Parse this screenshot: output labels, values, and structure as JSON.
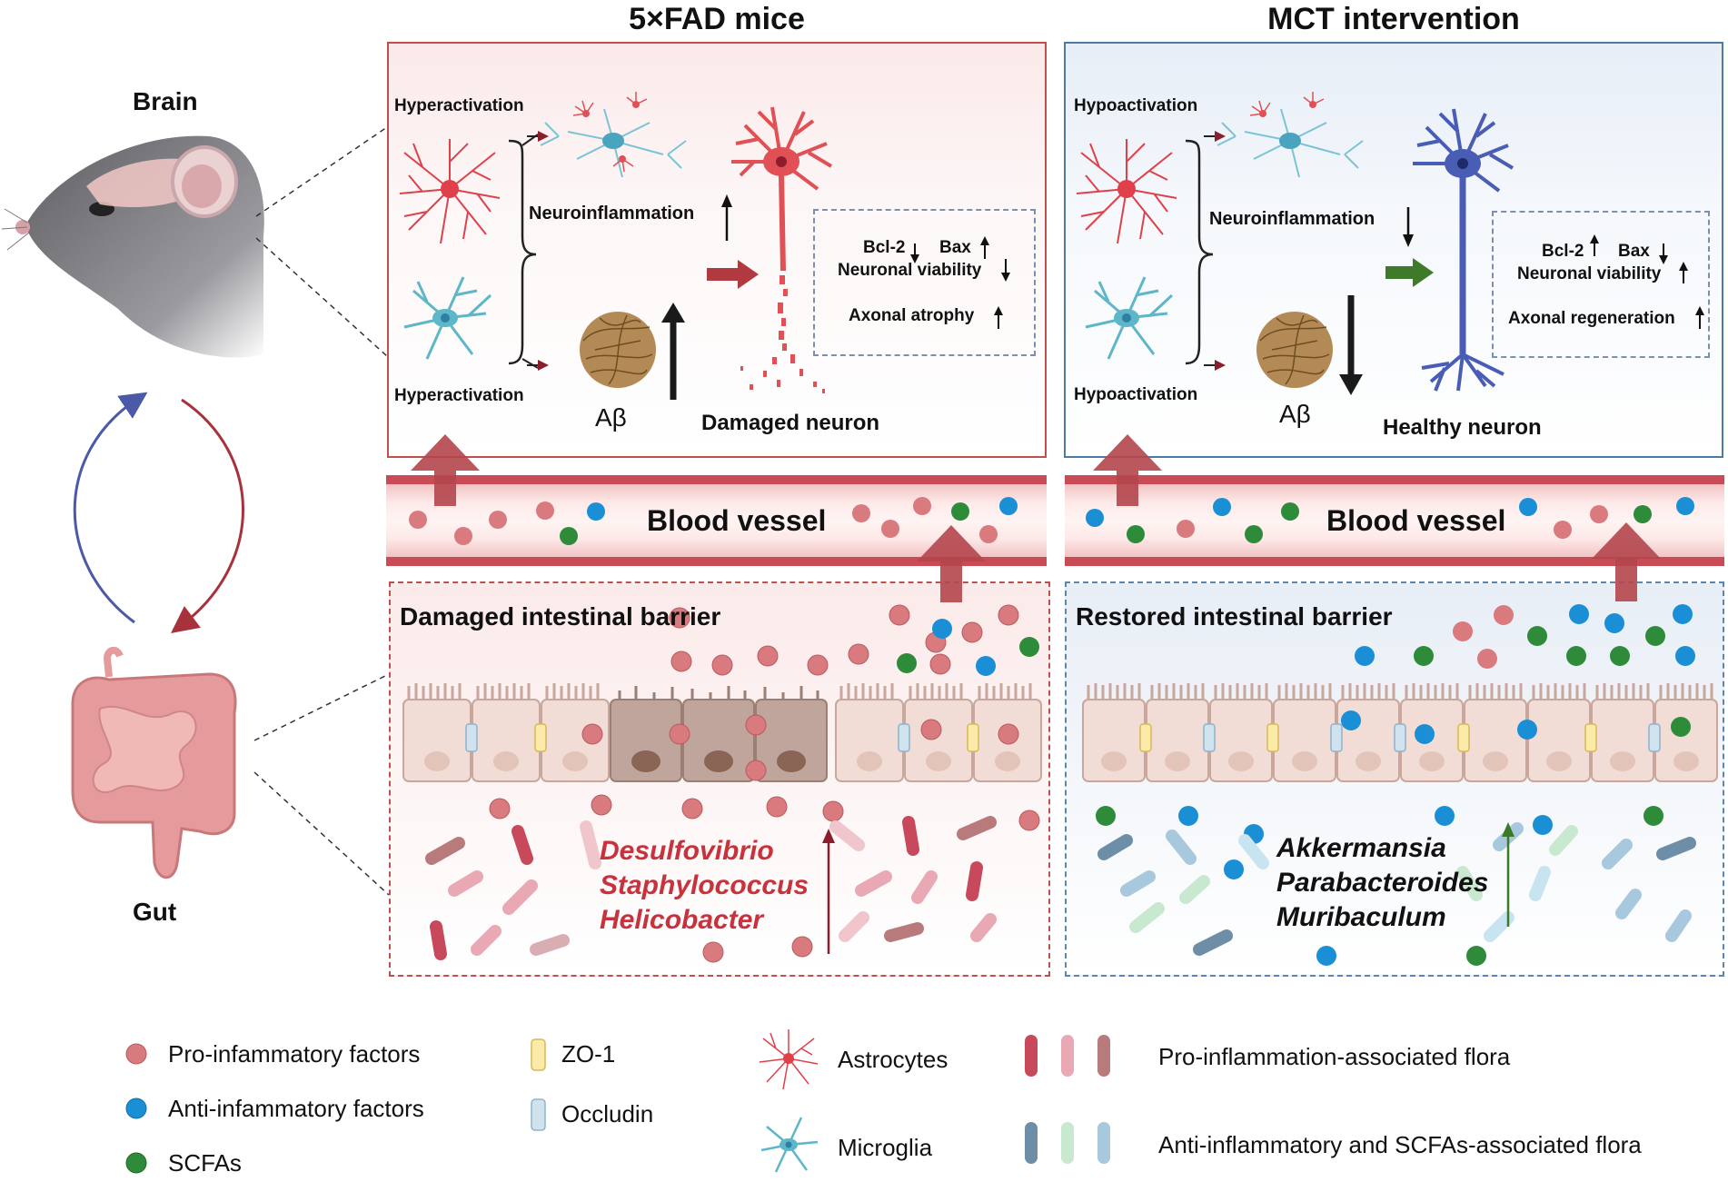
{
  "titles": {
    "left": "5×FAD mice",
    "right": "MCT intervention"
  },
  "organs": {
    "brain": "Brain",
    "gut": "Gut"
  },
  "left_brain": {
    "top_glia": "Hyperactivation",
    "bottom_glia": "Hyperactivation",
    "neuroinflammation": "Neuroinflammation",
    "abeta": "Aβ",
    "neuron": "Damaged neuron",
    "box_line1_a": "Bcl-2",
    "box_line1_b": "Bax",
    "box_line2": "Neuronal viability",
    "box_line3": "Axonal atrophy"
  },
  "right_brain": {
    "top_glia": "Hypoactivation",
    "bottom_glia": "Hypoactivation",
    "neuroinflammation": "Neuroinflammation",
    "abeta": "Aβ",
    "neuron": "Healthy neuron",
    "box_line1_a": "Bcl-2",
    "box_line1_b": "Bax",
    "box_line2": "Neuronal viability",
    "box_line3": "Axonal regeneration"
  },
  "vessel": {
    "left": "Blood vessel",
    "right": "Blood vessel"
  },
  "left_gut": {
    "title": "Damaged intestinal barrier",
    "bacteria": [
      "Desulfovibrio",
      "Staphylococcus",
      "Helicobacter"
    ]
  },
  "right_gut": {
    "title": "Restored intestinal barrier",
    "bacteria": [
      "Akkermansia",
      "Parabacteroides",
      "Muribaculum"
    ]
  },
  "legend": {
    "pro": "Pro-infammatory factors",
    "anti": "Anti-infammatory factors",
    "scfa": "SCFAs",
    "zo1": "ZO-1",
    "occludin": "Occludin",
    "astro": "Astrocytes",
    "micro": "Microglia",
    "pro_flora": "Pro-inflammation-associated flora",
    "anti_flora": "Anti-inflammatory and SCFAs-associated flora"
  },
  "colors": {
    "pro_factor": "#d87a7e",
    "anti_factor": "#1a8fd6",
    "scfa": "#2e8b3a",
    "red_frame": "#c0504d",
    "blue_frame": "#4f7aa3",
    "damage_arrow": "#b03a3f",
    "heal_arrow": "#3f7a2a"
  }
}
